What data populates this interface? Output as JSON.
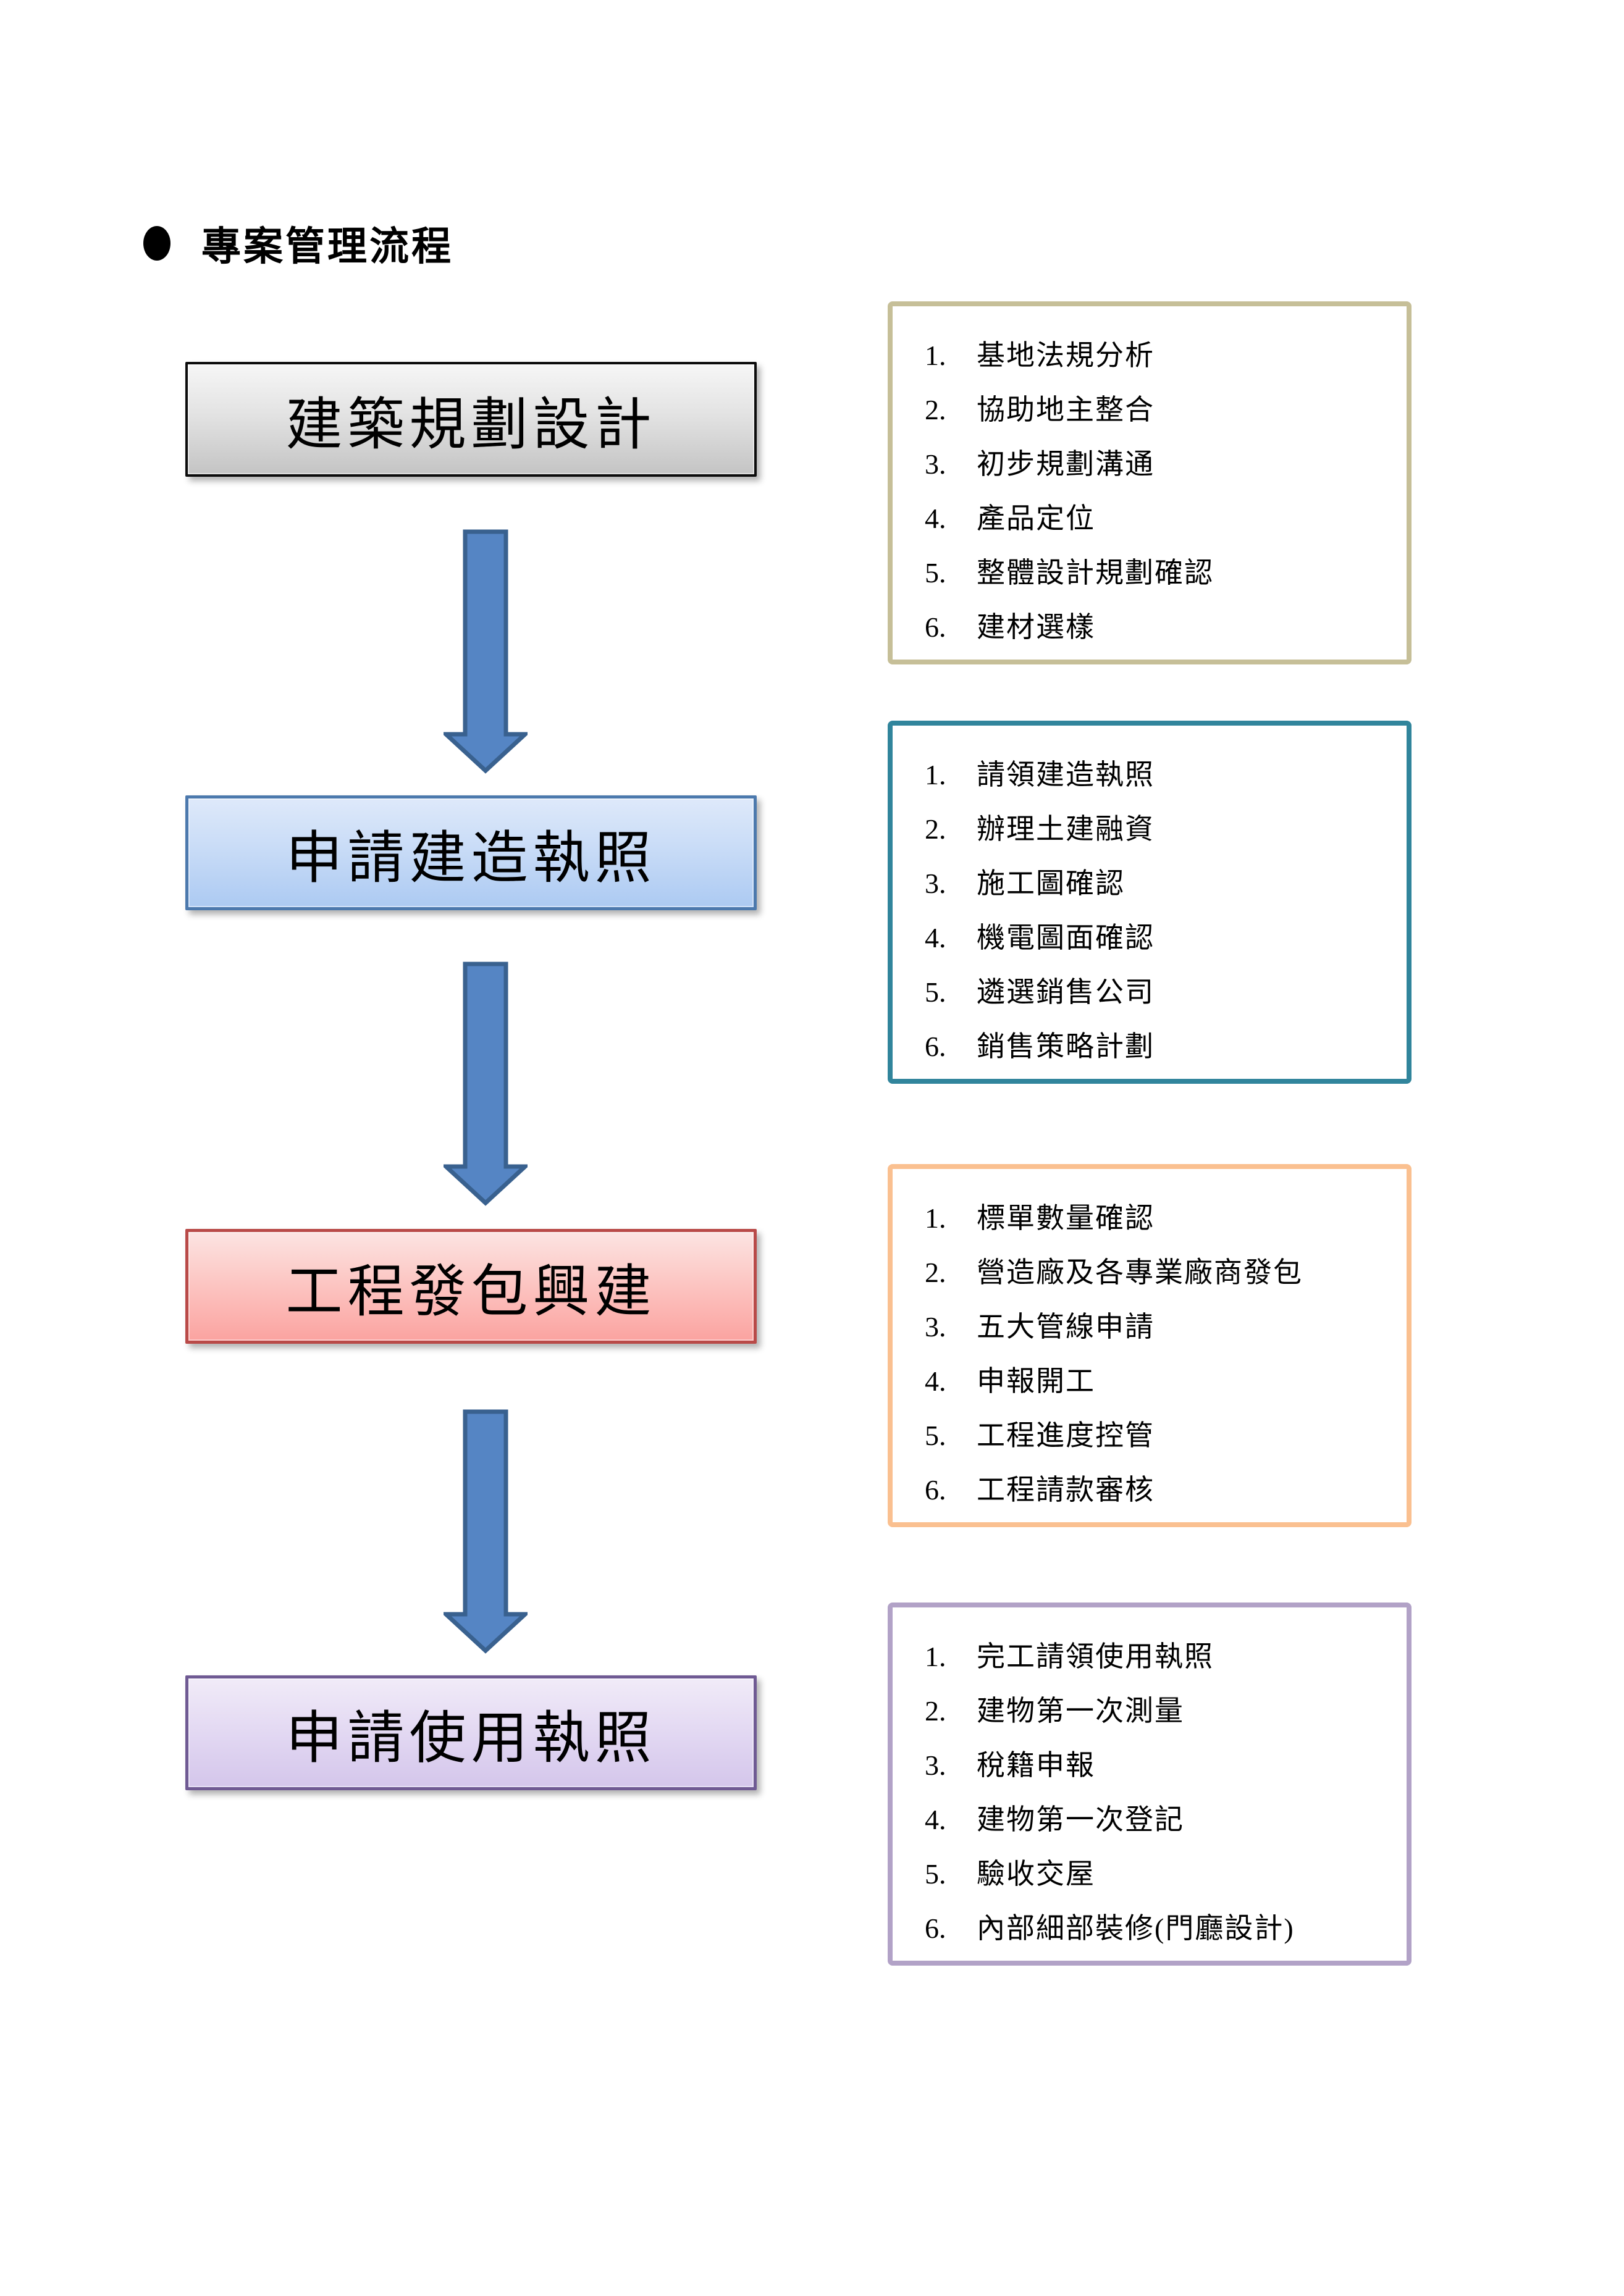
{
  "title": {
    "bullet_icon": "filled-circle",
    "text": "專案管理流程"
  },
  "stages": [
    {
      "label": "建築規劃設計",
      "border_color": "#0B0B0B",
      "fill_top": "#F6F6F6",
      "fill_bottom": "#C4C4C4"
    },
    {
      "label": "申請建造執照",
      "border_color": "#4C79AD",
      "fill_top": "#DEE9FA",
      "fill_bottom": "#ACCAF2"
    },
    {
      "label": "工程發包興建",
      "border_color": "#B94A48",
      "fill_top": "#FCE4E2",
      "fill_bottom": "#FBA3A0"
    },
    {
      "label": "申請使用執照",
      "border_color": "#6F5A93",
      "fill_top": "#F1EBF8",
      "fill_bottom": "#D4C6EB"
    }
  ],
  "arrows": {
    "direction": "down",
    "count": 3,
    "fill_color": "#5585C4",
    "stroke_color": "#39618F"
  },
  "panels": [
    {
      "border_color": "#C6BF98",
      "items": [
        "基地法規分析",
        "協助地主整合",
        "初步規劃溝通",
        "產品定位",
        "整體設計規劃確認",
        "建材選樣"
      ]
    },
    {
      "border_color": "#31859C",
      "items": [
        "請領建造執照",
        "辦理土建融資",
        "施工圖確認",
        "機電圖面確認",
        "遴選銷售公司",
        "銷售策略計劃"
      ]
    },
    {
      "border_color": "#FAC090",
      "items": [
        "標單數量確認",
        "營造廠及各專業廠商發包",
        "五大管線申請",
        "申報開工",
        "工程進度控管",
        "工程請款審核"
      ]
    },
    {
      "border_color": "#B2A2C7",
      "items": [
        "完工請領使用執照",
        "建物第一次測量",
        "稅籍申報",
        "建物第一次登記",
        "驗收交屋",
        "內部細部裝修(門廳設計)"
      ]
    }
  ]
}
